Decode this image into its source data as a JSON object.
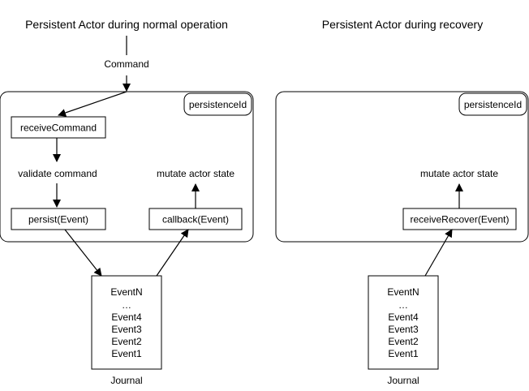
{
  "normal": {
    "title": "Persistent Actor during normal operation",
    "command_label": "Command",
    "persistence_id": "persistenceId",
    "receive_command": "receiveCommand",
    "validate_command": "validate command",
    "persist": "persist(Event)",
    "mutate_state": "mutate actor state",
    "callback": "callback(Event)",
    "journal_label": "Journal",
    "journal_entries": [
      "EventN",
      "…",
      "Event4",
      "Event3",
      "Event2",
      "Event1"
    ]
  },
  "recovery": {
    "title": "Persistent Actor during recovery",
    "persistence_id": "persistenceId",
    "mutate_state": "mutate actor state",
    "receive_recover": "receiveRecover(Event)",
    "journal_label": "Journal",
    "journal_entries": [
      "EventN",
      "…",
      "Event4",
      "Event3",
      "Event2",
      "Event1"
    ]
  },
  "colors": {
    "stroke": "#000000",
    "background": "#ffffff"
  }
}
